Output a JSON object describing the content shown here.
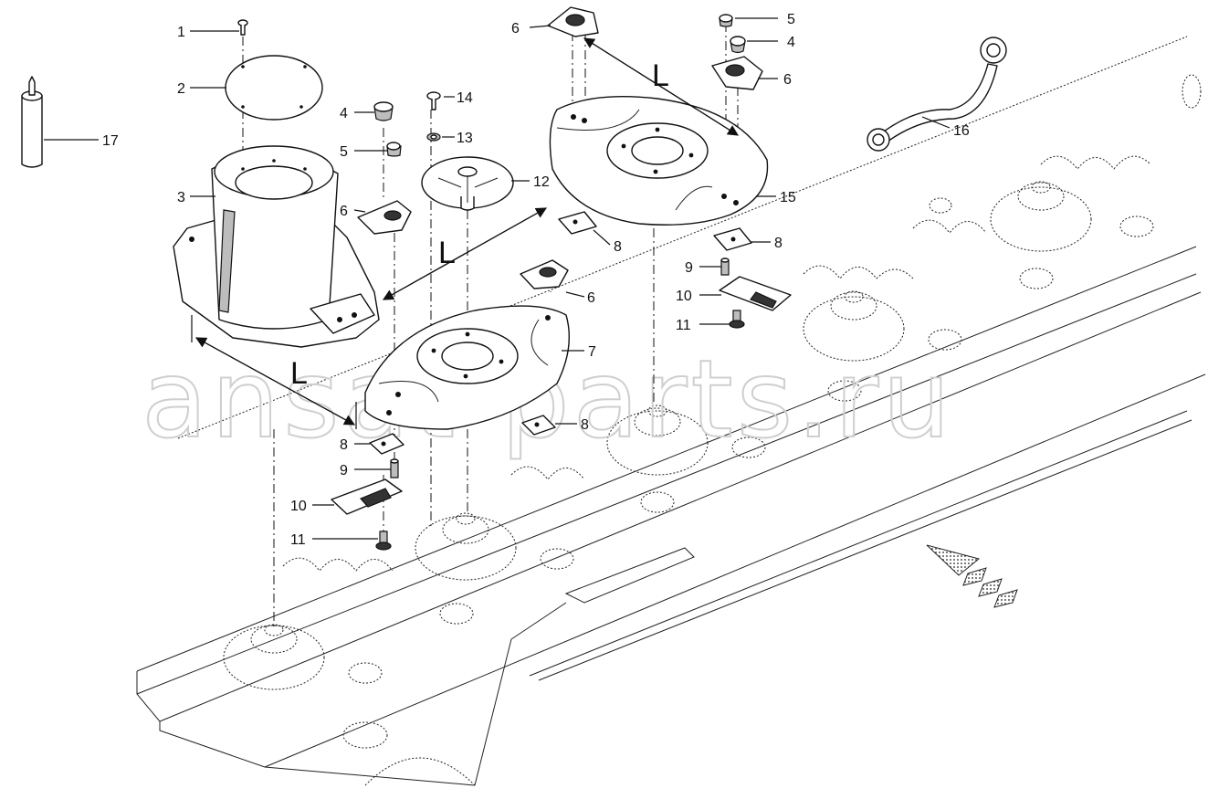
{
  "watermark": "ansat-parts.ru",
  "dimension_label": "L",
  "callouts": {
    "c1": "1",
    "c2": "2",
    "c3": "3",
    "c4a": "4",
    "c4b": "4",
    "c5a": "5",
    "c5b": "5",
    "c6a": "6",
    "c6b": "6",
    "c6c": "6",
    "c6d": "6",
    "c7": "7",
    "c8a": "8",
    "c8b": "8",
    "c8c": "8",
    "c8d": "8",
    "c9a": "9",
    "c9b": "9",
    "c10a": "10",
    "c10b": "10",
    "c11a": "11",
    "c11b": "11",
    "c12": "12",
    "c13": "13",
    "c14": "14",
    "c15": "15",
    "c16": "16",
    "c17": "17"
  }
}
